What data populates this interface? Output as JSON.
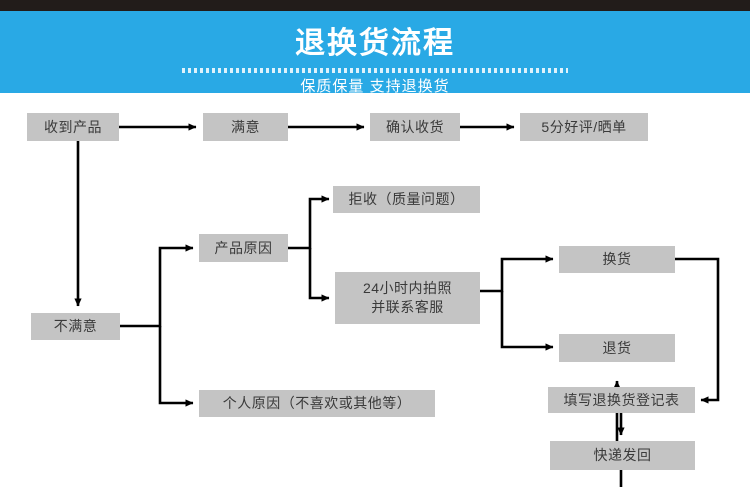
{
  "header": {
    "title": "退换货流程",
    "subtitle": "保质保量 支持退换货",
    "bar_color": "#221c1a",
    "banner_color": "#29a9e5",
    "text_color": "#ffffff"
  },
  "flowchart": {
    "node_fill": "#c4c4c4",
    "node_text_color": "#3a3a3a",
    "connector_color": "#000000",
    "nodes": [
      {
        "id": "received",
        "label": "收到产品"
      },
      {
        "id": "satisfied",
        "label": "满意"
      },
      {
        "id": "confirm-receipt",
        "label": "确认收货"
      },
      {
        "id": "five-star",
        "label": "5分好评/晒单"
      },
      {
        "id": "unsatisfied",
        "label": "不满意"
      },
      {
        "id": "product-reason",
        "label": "产品原因"
      },
      {
        "id": "reject",
        "label": "拒收（质量问题）"
      },
      {
        "id": "photo-24h",
        "label": "24小时内拍照\n并联系客服"
      },
      {
        "id": "personal-reason",
        "label": "个人原因（不喜欢或其他等）"
      },
      {
        "id": "exchange",
        "label": "换货"
      },
      {
        "id": "return",
        "label": "退货"
      },
      {
        "id": "fill-form",
        "label": "填写退换货登记表"
      },
      {
        "id": "ship-back",
        "label": "快递发回"
      }
    ]
  }
}
